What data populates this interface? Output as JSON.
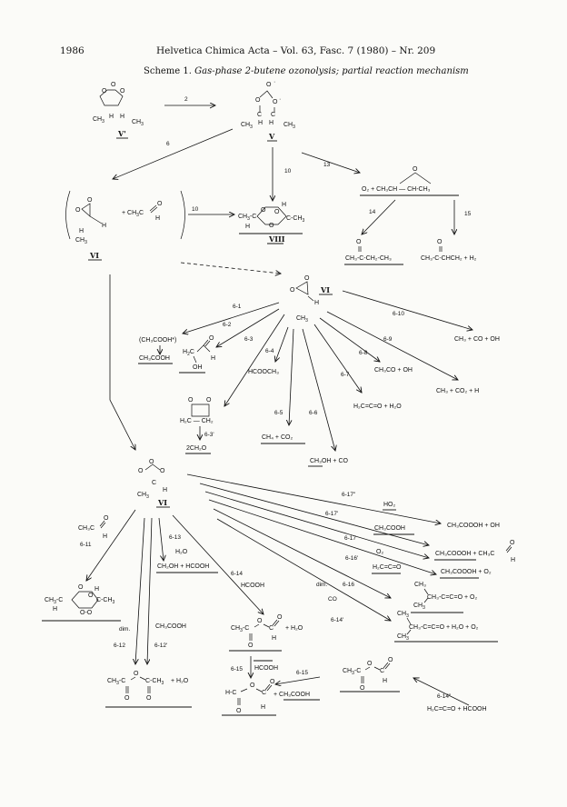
{
  "header": {
    "page_number": "1986",
    "running_head": "Helvetica Chimica Acta – Vol. 63, Fasc. 7 (1980) – Nr. 209"
  },
  "caption": {
    "prefix": "Scheme 1.",
    "title": "Gas-phase 2-butene ozonolysis; partial reaction mechanism"
  },
  "compounds": {
    "V_prime": "V'",
    "V": "V",
    "VI": "VI",
    "VIII": "VIII"
  },
  "products": {
    "p13": "O₂ + CH₃CH — CH-CH₃",
    "p14": "CH₃-C-CH₂-CH₃",
    "p15": "CH₃-C-CHCH₂ + H₂",
    "p61a": "(CH₃COOH*)",
    "p61b": "CH₃COOH",
    "p62": "OH",
    "p64": "HCOOCH₃",
    "p65": "CH₄ + CO₂",
    "p66": "CH₃OH + CO",
    "p67": "H₂C=C=O + H₂O",
    "p68": "CH₃CO + OH",
    "p69": "CH₃ + CO₂ + H",
    "p610": "CH₃ + CO + OH",
    "p63": "H₂C — CH₂",
    "p63p": "2CH₂O",
    "r617pp": "HO₂",
    "p617pp": "CH₃COOOH + OH",
    "r617p": "CH₃COOH",
    "r617": "O₂",
    "p617": "CH₃COOOH + CH₃C",
    "r616p": "H₂C=C=O",
    "p616p": "CH₃COOOH + O₂",
    "p616a": "CH₃",
    "p616b": "CH₃-C=C=O + O₂",
    "p614p": "CH₃-C=C=O + H₂O + O₂",
    "r611": "CH₃C",
    "r613": "H₂O",
    "p613": "CH₂OH + HCOOH",
    "r614": "HCOOH",
    "p614": "+ H₂O",
    "r612p": "CH₃COOH",
    "p612": "+ H₂O",
    "r615": "HCOOH",
    "r615p": "+ CH₃COOH",
    "r614pp": "H₂C=C=O + HCOOH"
  },
  "arrows": {
    "a2": "2",
    "a6": "6",
    "a10": "10",
    "a10b": "10",
    "a13": "13",
    "a14": "14",
    "a15": "15",
    "a61": "6-1",
    "a62": "6-2",
    "a63": "6-3",
    "a63p": "6-3'",
    "a64": "6-4",
    "a65": "6-5",
    "a66": "6-6",
    "a67": "6-7",
    "a68": "6-8",
    "a69": "6-9",
    "a610": "6-10",
    "a611": "6-11",
    "a612": "6-12",
    "a612p": "6-12'",
    "a613": "6-13",
    "a614": "6-14",
    "a614p": "6-14'",
    "a614pp": "6-14\"",
    "a615": "6-15",
    "a615b": "6-15",
    "a616": "6-16",
    "a616p": "6-16'",
    "a617": "6-17",
    "a617p": "6-17'",
    "a617pp": "6-17\"",
    "dim1": "dim.",
    "dim2": "dim.",
    "co": "CO"
  }
}
